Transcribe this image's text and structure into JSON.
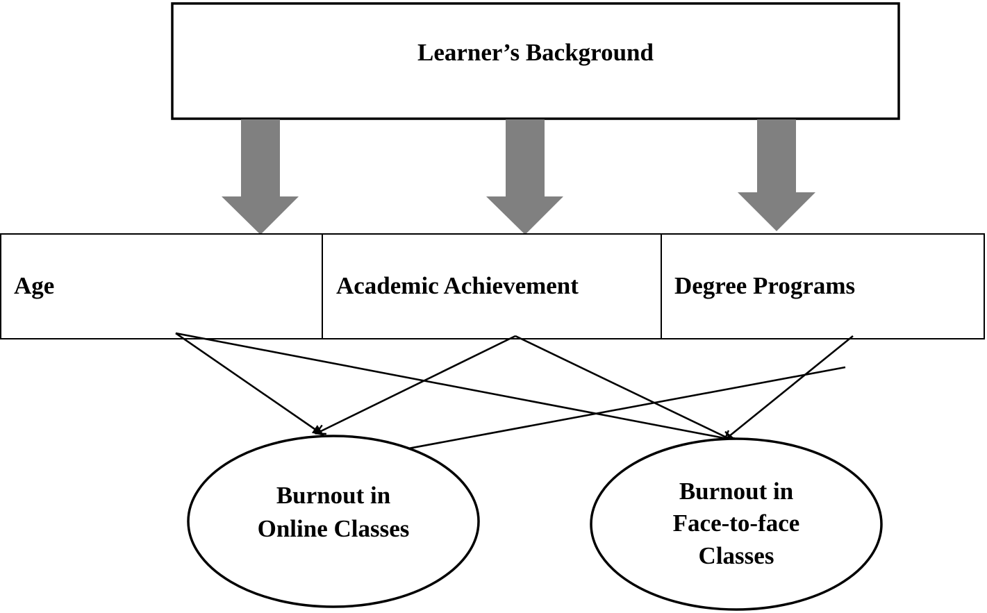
{
  "top_box": {
    "label": "Learner’s Background"
  },
  "factors": [
    {
      "label": "Age"
    },
    {
      "label": "Academic Achievement"
    },
    {
      "label": "Degree Programs"
    }
  ],
  "outcomes": {
    "online": {
      "lines": [
        "Burnout in",
        "Online Classes"
      ]
    },
    "face_to_face": {
      "lines": [
        "Burnout in",
        "Face-to-face",
        "Classes"
      ]
    }
  },
  "colors": {
    "arrow_fill": "#808080",
    "stroke": "#000000",
    "background": "#ffffff"
  }
}
